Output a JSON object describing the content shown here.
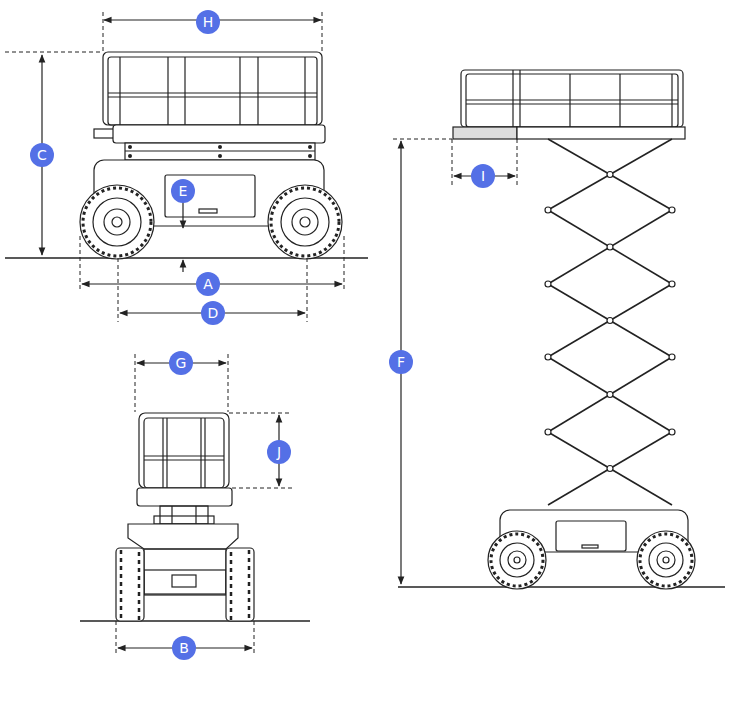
{
  "diagram": {
    "labels": [
      "H",
      "C",
      "I",
      "E",
      "A",
      "D",
      "G",
      "F",
      "J",
      "B"
    ]
  }
}
